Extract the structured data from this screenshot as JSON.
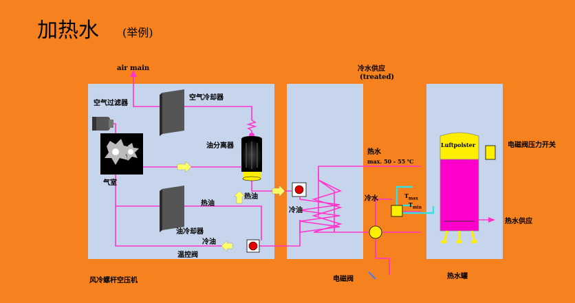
{
  "title": "加热水",
  "subtitle": "(举例)",
  "labels": {
    "air_main": "air main",
    "air_filter": "空气过滤器",
    "air_cooler": "空气冷却器",
    "oil_separator": "油分离器",
    "air_end": "气室",
    "hot_oil_right": "热油",
    "hot_oil_mid": "热油",
    "oil_cooler": "油冷却器",
    "cold_oil": "冷油",
    "cold_oil_hx": "冷油",
    "thermo_valve": "温控阀",
    "compressor": "风冷螺杆空压机",
    "cold_water_supply": "冷水供应",
    "treated": "(treated)",
    "hot_water": "热水",
    "hot_water_temp": "max. 50 - 55 ℃",
    "cold_water": "冷水",
    "t_max": "T",
    "t_max_sub": "max",
    "t_min": "T",
    "t_min_sub": "min",
    "solenoid_valve": "电磁阀",
    "luftpolster": "Luftpolster",
    "pressure_switch": "电磁阀压力开关",
    "hot_water_supply": "热水供应",
    "hot_water_tank": "热水罐"
  },
  "colors": {
    "background": "#f5821f",
    "panel": "#c6d5ec",
    "pipe": "#ff33cc",
    "cooling_water": "#33e0e0",
    "tank_top": "#ffee00",
    "tank_body": "#ff00cc",
    "flow_arrow": "#ffff66"
  }
}
